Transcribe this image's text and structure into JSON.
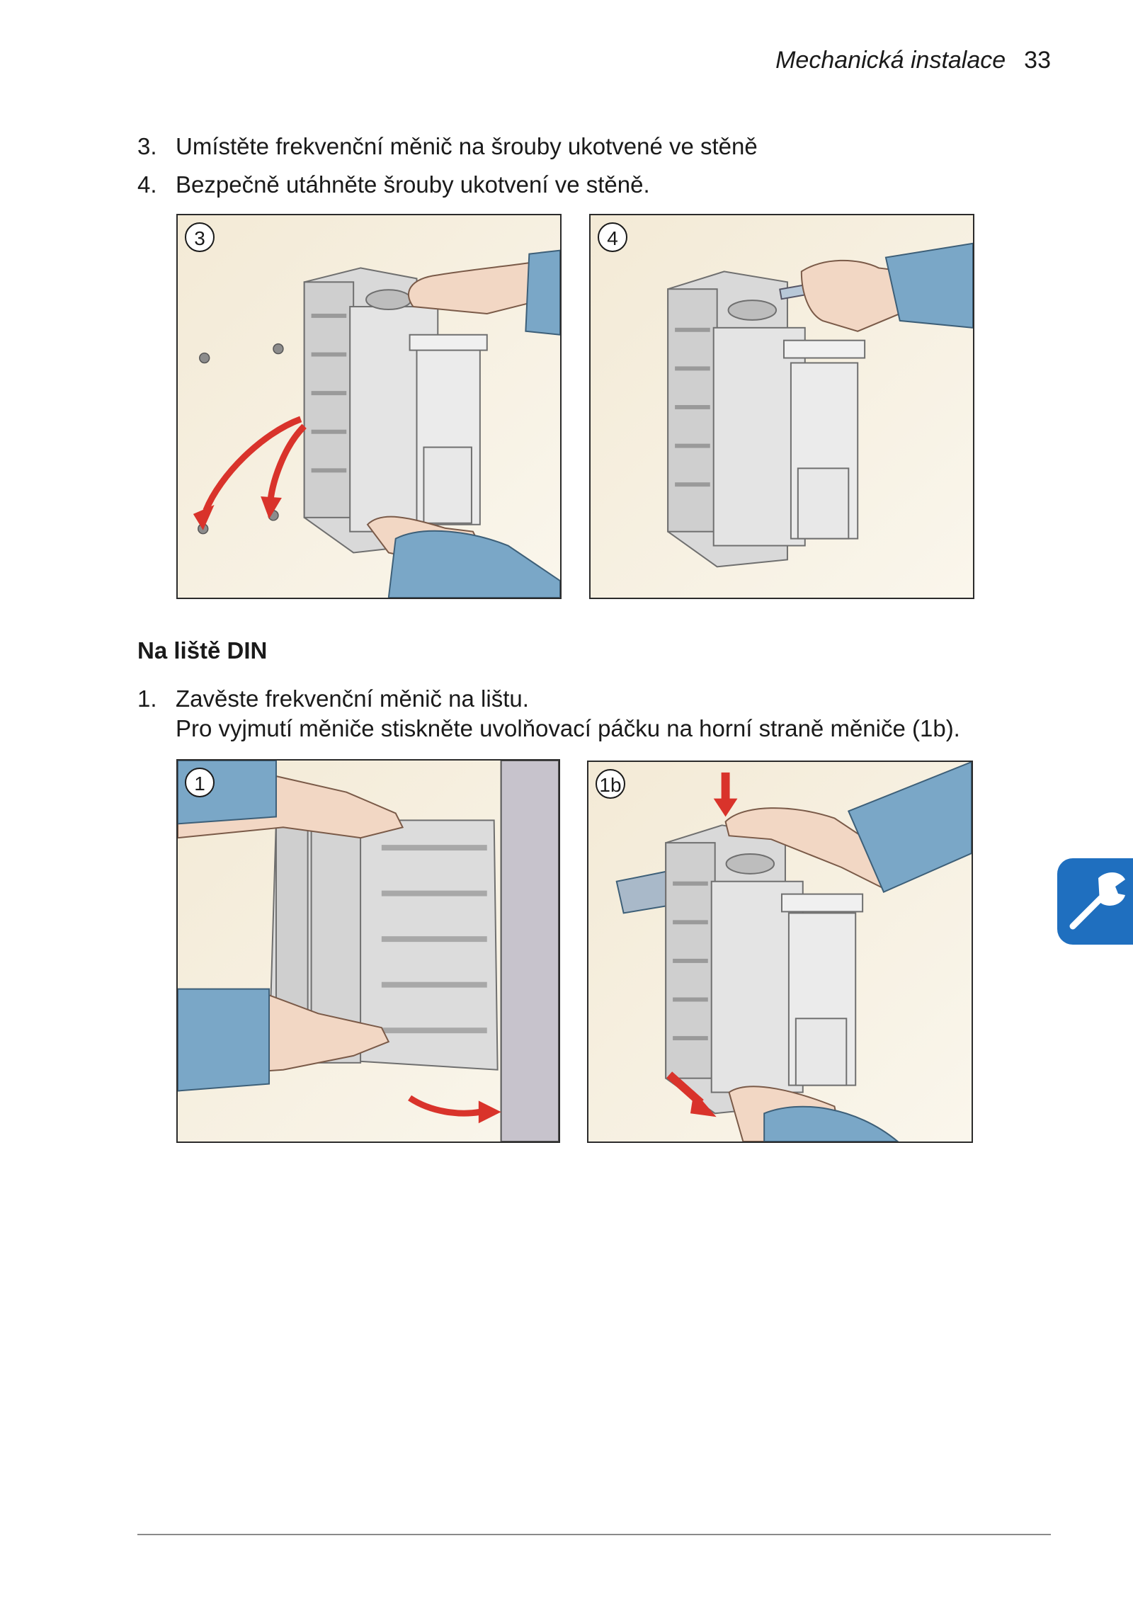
{
  "header": {
    "section_title": "Mechanická instalace",
    "page_number": "33"
  },
  "wall_steps": [
    {
      "number": "3.",
      "text": "Umístěte frekvenční měnič na šrouby ukotvené ve stěně"
    },
    {
      "number": "4.",
      "text": "Bezpečně utáhněte šrouby ukotvení ve stěně."
    }
  ],
  "din_section": {
    "heading": "Na liště DIN",
    "step_number": "1.",
    "line1": "Zavěste frekvenční měnič na lištu.",
    "line2": "Pro vyjmutí měniče stiskněte uvolňovací páčku na horní straně měniče (1b)."
  },
  "figures": [
    {
      "callout": "3"
    },
    {
      "callout": "4"
    },
    {
      "callout": "1"
    },
    {
      "callout": "1b"
    }
  ],
  "colors": {
    "arrow_red": "#d9332b",
    "sleeve_blue": "#7aa7c7",
    "skin": "#f2d7c4",
    "device_gray": "#dedede",
    "tab_blue": "#1f6fbf"
  },
  "icons": {
    "side_tab": "wrench-icon"
  }
}
